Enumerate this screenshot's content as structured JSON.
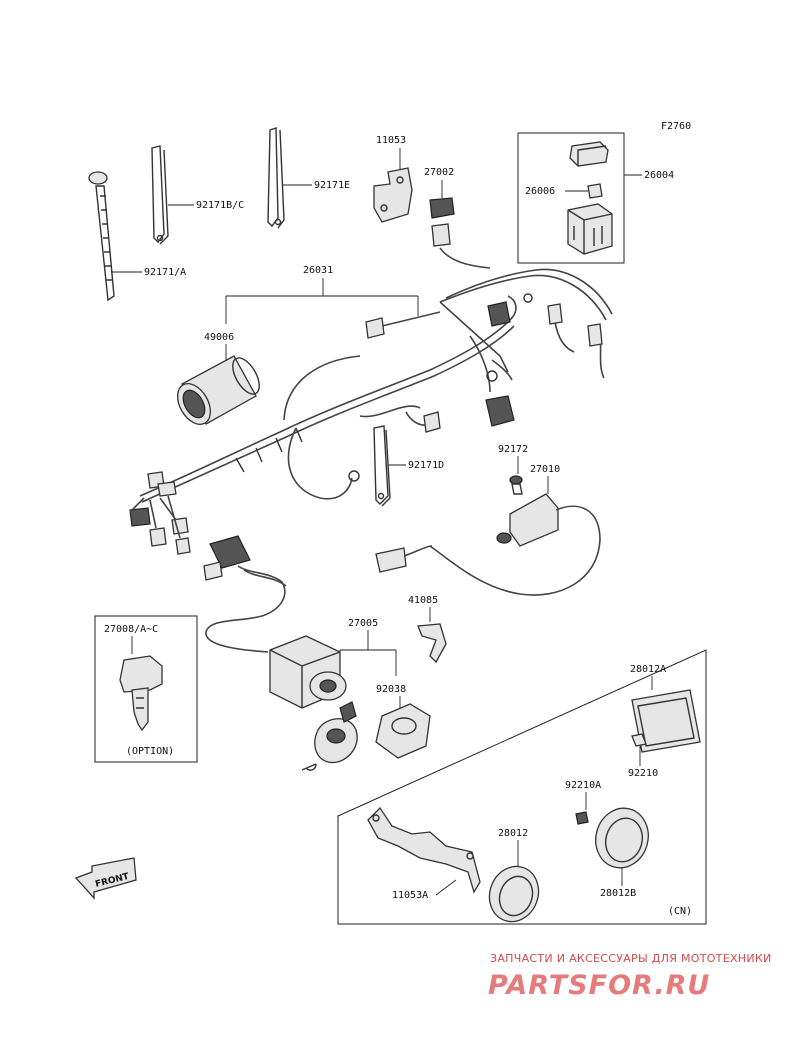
{
  "figure_code": "F2760",
  "parts": {
    "p26004": "26004",
    "p26006": "26006",
    "p11053": "11053",
    "p27002": "27002",
    "p92171e": "92171E",
    "p92171bc": "92171B/C",
    "p92171a": "92171/A",
    "p26031": "26031",
    "p49006": "49006",
    "p92171d": "92171D",
    "p92172": "92172",
    "p27010": "27010",
    "p41085": "41085",
    "p27005": "27005",
    "p92038": "92038",
    "p27008": "27008/A~C",
    "option": "(OPTION)",
    "p28012a": "28012A",
    "p92210": "92210",
    "p92210a": "92210A",
    "p28012": "28012",
    "p28012b": "28012B",
    "p11053a": "11053A",
    "cn": "(CN)"
  },
  "front_arrow": "FRONT",
  "watermark": {
    "line1": "ЗАПЧАСТИ И АКСЕССУАРЫ ДЛЯ МОТОТЕХНИКИ",
    "line2": "PARTSFOR.RU"
  }
}
